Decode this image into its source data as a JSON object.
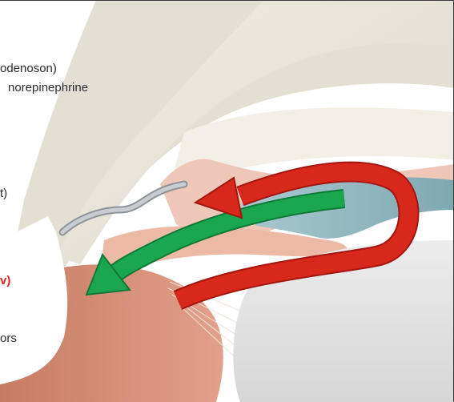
{
  "labels": {
    "line1": "odenoson)",
    "line2": "norepinephrine",
    "line3": "t)",
    "line4": "v)",
    "line5": "ors"
  },
  "colors": {
    "background": "#ffffff",
    "frame_border": "#3a3a3a",
    "text": "#2b2b2b",
    "accent_text": "#d8251f",
    "red_arrow": "#d8281c",
    "green_arrow": "#16a04a",
    "cornea": "#e7e2d6",
    "iris_blue": "#8fb7c1",
    "tissue_pink": "#e9b4a2",
    "muscle": "#d08a72",
    "lens": "#e3e3e3",
    "implant": "#b8bcc0"
  },
  "icons": {
    "red_arrow": "curved-u-arrow",
    "green_arrow": "curved-arrow-down-left",
    "implant": "metal-stent"
  }
}
